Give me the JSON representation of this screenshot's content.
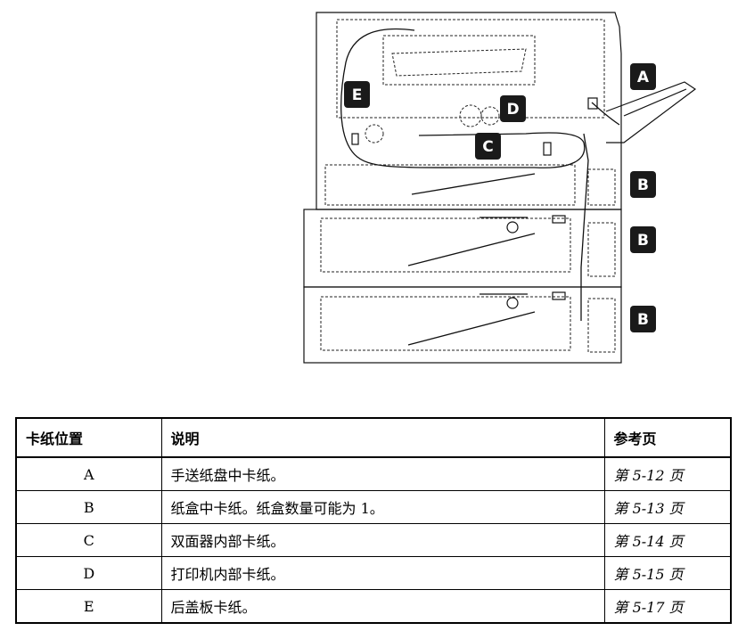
{
  "diagram": {
    "labels": [
      "A",
      "B",
      "B",
      "B",
      "C",
      "D",
      "E"
    ]
  },
  "table": {
    "headers": [
      "卡纸位置",
      "说明",
      "参考页"
    ],
    "rows": [
      {
        "position": "A",
        "description": "手送纸盘中卡纸。",
        "page": "第 5-12 页"
      },
      {
        "position": "B",
        "description": "纸盒中卡纸。纸盒数量可能为 1。",
        "page": "第 5-13 页"
      },
      {
        "position": "C",
        "description": "双面器内部卡纸。",
        "page": "第 5-14 页"
      },
      {
        "position": "D",
        "description": "打印机内部卡纸。",
        "page": "第 5-15 页"
      },
      {
        "position": "E",
        "description": "后盖板卡纸。",
        "page": "第 5-17 页"
      }
    ]
  }
}
